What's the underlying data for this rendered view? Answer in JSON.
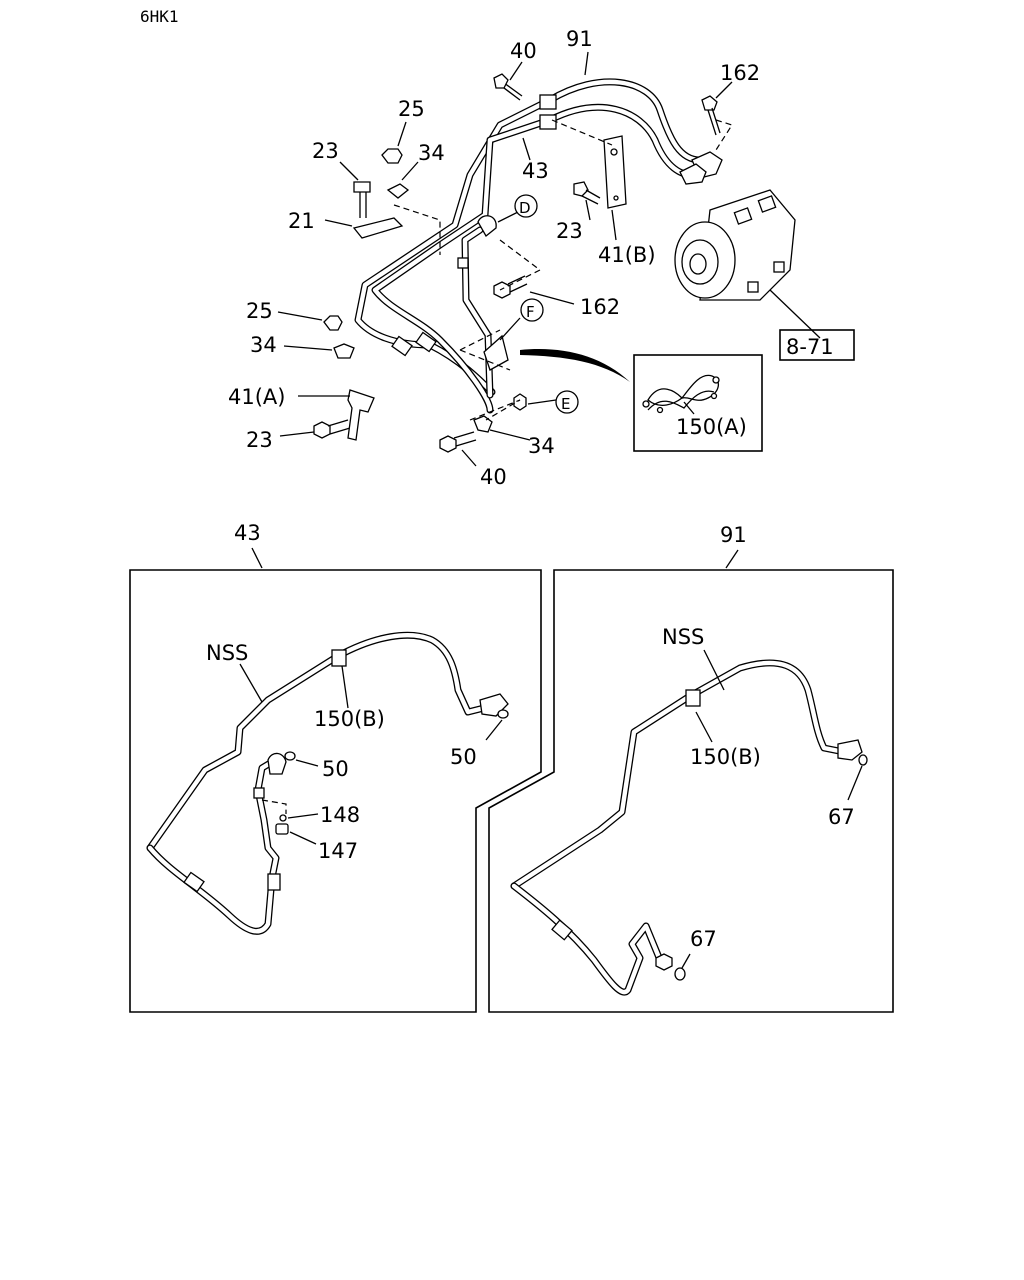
{
  "model_code": "6HK1",
  "overview": {
    "callouts": [
      "40",
      "91",
      "162",
      "25",
      "34",
      "23",
      "43",
      "21",
      "D",
      "23",
      "41(B)",
      "162",
      "F",
      "25",
      "34",
      "41(A)",
      "E",
      "23",
      "34",
      "40"
    ],
    "ref_box": "8-71",
    "inset_label": "150(A)"
  },
  "panel_43": {
    "title": "43",
    "labels": [
      "NSS",
      "150(B)",
      "50",
      "50",
      "148",
      "147"
    ]
  },
  "panel_91": {
    "title": "91",
    "labels": [
      "NSS",
      "150(B)",
      "67",
      "67"
    ]
  }
}
